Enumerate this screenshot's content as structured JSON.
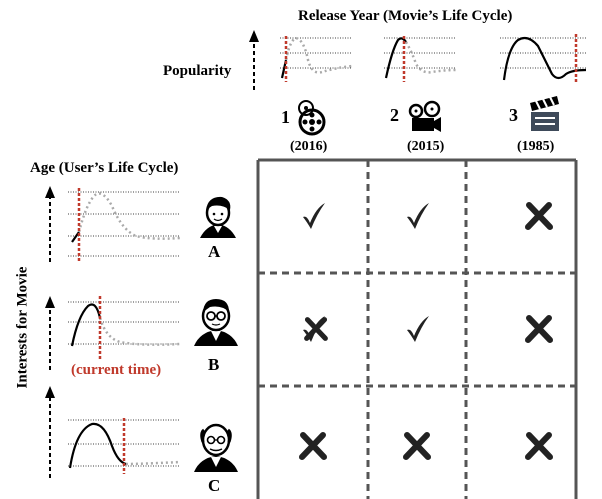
{
  "top_header": "Release Year (Movie’s Life Cycle)",
  "popularity_label": "Popularity",
  "age_header": "Age (User’s Life Cycle)",
  "interests_label": "Interests for Movie",
  "current_time_label": "(current time)",
  "movies": [
    {
      "number": "1",
      "year": "(2016)",
      "icon": "film-reels-icon"
    },
    {
      "number": "2",
      "year": "(2015)",
      "icon": "movie-camera-icon"
    },
    {
      "number": "3",
      "year": "(1985)",
      "icon": "clapperboard-icon"
    }
  ],
  "users": [
    {
      "label": "A",
      "icon": "young-user-avatar-icon"
    },
    {
      "label": "B",
      "icon": "adult-user-glasses-icon"
    },
    {
      "label": "C",
      "icon": "senior-user-bald-icon"
    }
  ],
  "grid": [
    [
      "check",
      "check",
      "cross"
    ],
    [
      "check-crossed",
      "check",
      "cross"
    ],
    [
      "cross",
      "cross",
      "cross"
    ]
  ],
  "colors": {
    "current_time": "#c0392b",
    "past_curve": "#000000",
    "future_curve": "#aaaaaa",
    "grid_line": "#555555"
  }
}
